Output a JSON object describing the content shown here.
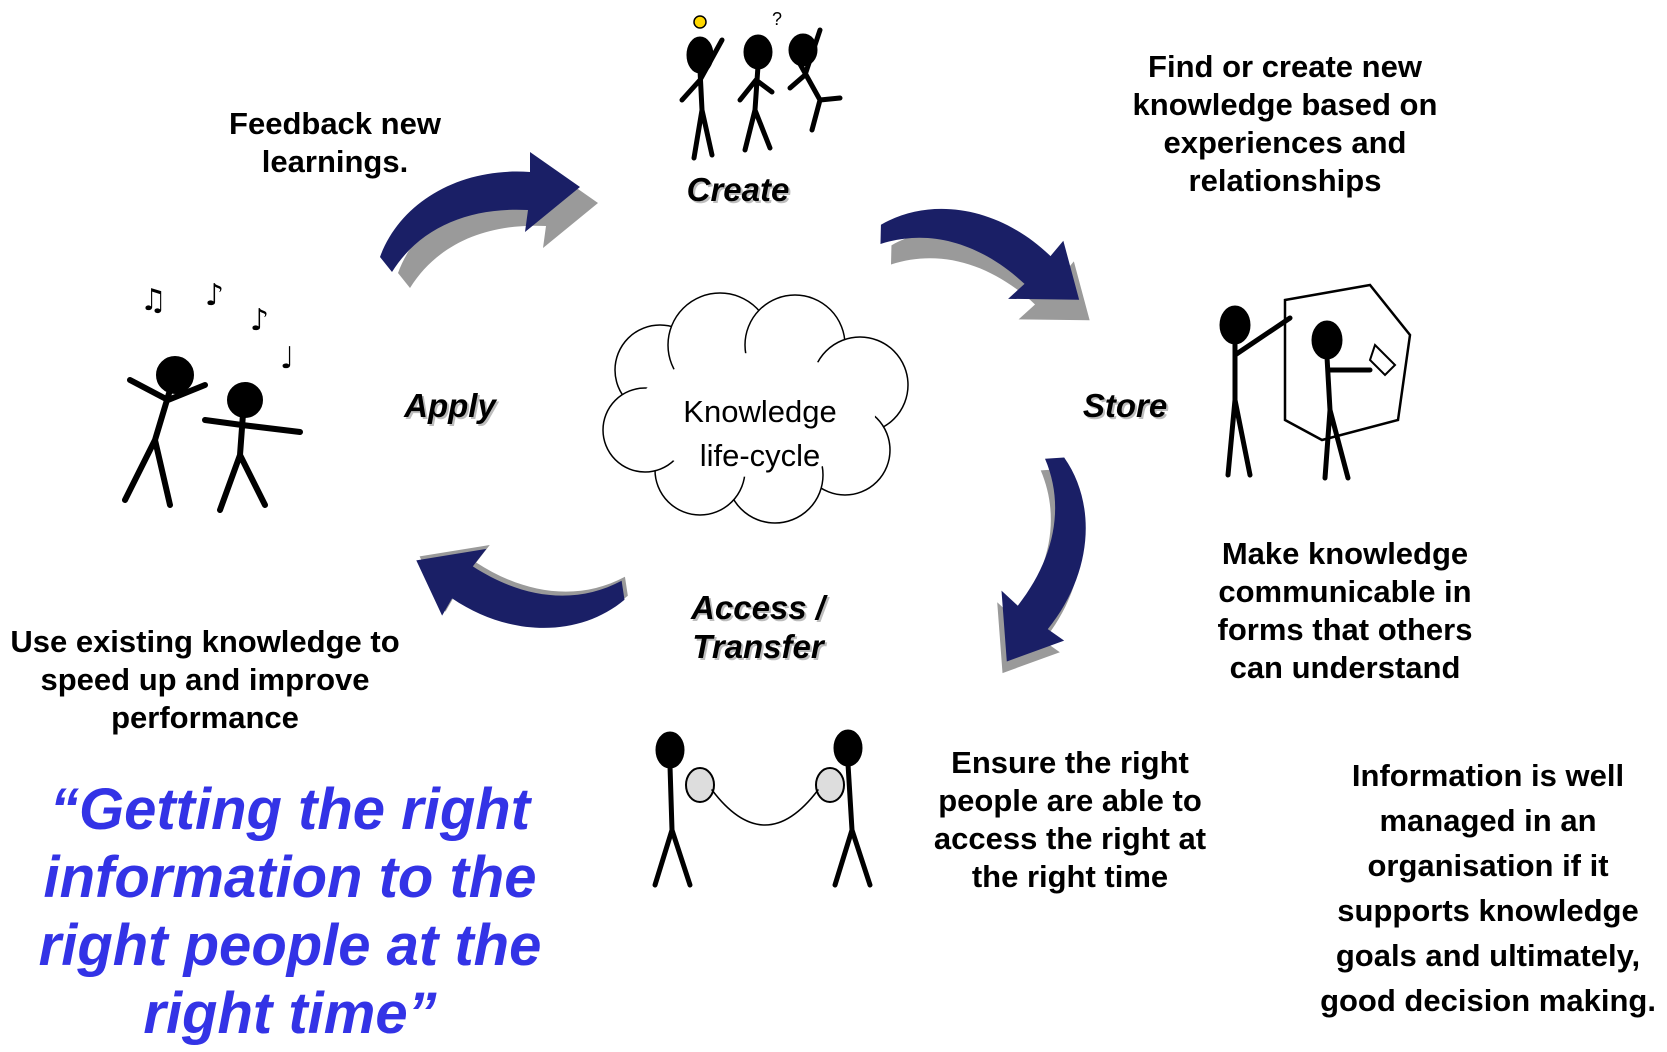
{
  "center": {
    "title": "Knowledge\nlife-cycle"
  },
  "stages": {
    "create": "Create",
    "store": "Store",
    "access": "Access /\nTransfer",
    "apply": "Apply"
  },
  "descriptions": {
    "create": "Find or create new\nknowledge based on\nexperiences and\nrelationships",
    "store": "Make knowledge\ncommunicable in\nforms that others\ncan understand",
    "access": "Ensure the right\npeople are able to\naccess the right at\nthe right time",
    "apply": "Use existing knowledge to\nspeed up and improve\nperformance",
    "feedback": "Feedback new\nlearnings."
  },
  "quote": {
    "text": "“Getting the right\ninformation to the\nright people at the\nright time”",
    "color": "#3333e6"
  },
  "note": {
    "text": "Information is well\nmanaged in an\norganisation if it\nsupports knowledge\ngoals and ultimately,\ngood decision making."
  },
  "colors": {
    "arrow": "#1a1f66",
    "arrow_shadow": "#9a9a9a",
    "text": "#000000"
  },
  "icons": [
    "thinking-people-icon",
    "whiteboard-people-icon",
    "tin-can-phone-icon",
    "dancing-people-icon",
    "cloud-icon"
  ]
}
